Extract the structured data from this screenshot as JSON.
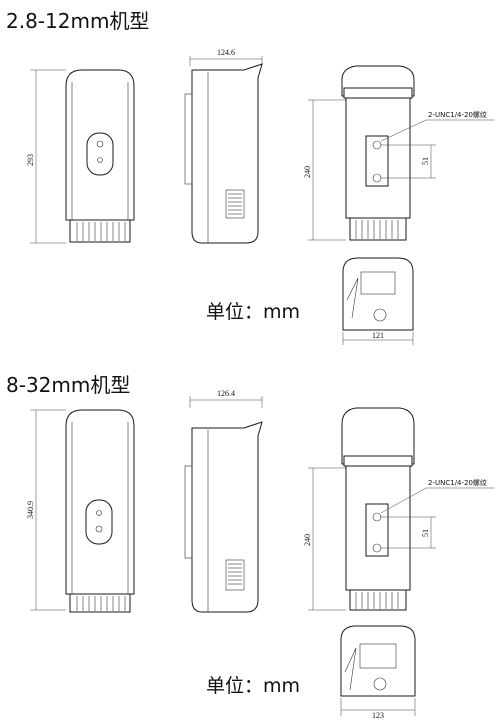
{
  "models": [
    {
      "title": "2.8-12mm机型",
      "unit_label": "单位：mm",
      "dim_height": "293",
      "dim_side_width": "124.6",
      "dim_back_height": "240",
      "dim_hole_spacing": "51",
      "dim_bottom_width": "121",
      "thread_note": "2-UNC1/4-20螺纹"
    },
    {
      "title": "8-32mm机型",
      "unit_label": "单位：mm",
      "dim_height": "340.9",
      "dim_side_width": "126.4",
      "dim_back_height": "240",
      "dim_hole_spacing": "51",
      "dim_bottom_width": "123",
      "thread_note": "2-UNC1/4-20螺纹"
    }
  ]
}
